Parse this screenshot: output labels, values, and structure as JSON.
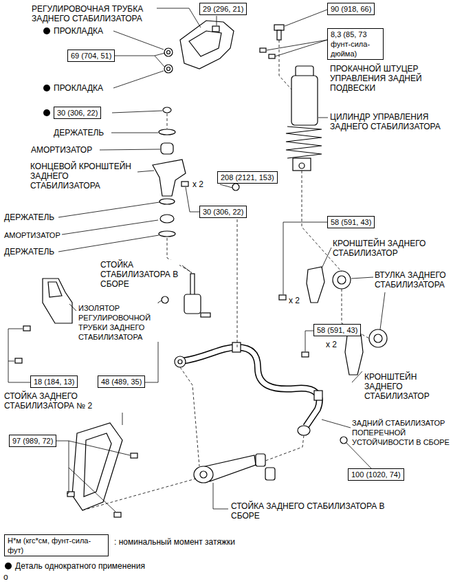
{
  "diagram": {
    "nodes": [
      {
        "text": [
          "29 (296, 21)"
        ]
      },
      {
        "text": [
          "90 (918, 66)"
        ]
      },
      {
        "text": [
          "8,3 (85, 73 фунт-сила-дюйма)"
        ]
      },
      {
        "text": [
          "69 (704, 51)"
        ]
      },
      {
        "text": [
          "30 (306, 22)"
        ]
      },
      {
        "text": [
          "208 (2121, 153)"
        ]
      },
      {
        "text": [
          "30 (306, 22)"
        ]
      },
      {
        "text": [
          "58 (591, 43)"
        ]
      },
      {
        "text": [
          "58 (591, 43)"
        ]
      },
      {
        "text": [
          "18 (184, 13)"
        ]
      },
      {
        "text": [
          "48 (489, 35)"
        ]
      },
      {
        "text": [
          "97 (989, 72)"
        ]
      },
      {
        "text": [
          "100 (1020, 74)"
        ]
      },
      {
        "text": [
          "Н*м (кгс*см, фунт-сила-фут)"
        ]
      }
    ],
    "labels": [
      "РЕГУЛИРОВОЧНАЯ ТРУБКА ЗАДНЕГО СТАБИЛИЗАТОРА",
      "ПРОКЛАДКА",
      "ПРОКЛАДКА",
      "ПРОКАЧНОЙ ШТУЦЕР УПРАВЛЕНИЯ ЗАДНЕЙ ПОДВЕСКИ",
      "ЦИЛИНДР УПРАВЛЕНИЯ ЗАДНЕГО СТАБИЛИЗАТОРА",
      "ДЕРЖАТЕЛЬ",
      "АМОРТИЗАТОР",
      "КОНЦЕВОЙ КРОНШТЕЙН ЗАДНЕГО СТАБИЛИЗАТОРА",
      "x 2",
      "ДЕРЖАТЕЛЬ",
      "АМОРТИЗАТОР",
      "ДЕРЖАТЕЛЬ",
      "КРОНШТЕЙН ЗАДНЕГО СТАБИЛИЗАТОР",
      "ВТУЛКА ЗАДНЕГО СТАБИЛИЗАТОРА",
      "x 2",
      "СТОЙКА СТАБИЛИЗАТОРА В СБОРЕ",
      "ИЗОЛЯТОР РЕГУЛИРОВОЧНОЙ ТРУБКИ ЗАДНЕГО СТАБИЛИЗАТОРА",
      "x 2",
      "КРОНШТЕЙН ЗАДНЕГО СТАБИЛИЗАТОР",
      "СТОЙКА ЗАДНЕГО СТАБИЛИЗАТОРА № 2",
      "ЗАДНИЙ СТАБИЛИЗАТОР ПОПЕРЕЧНОЙ УСТОЙЧИВОСТИ В СБОРЕ",
      "СТОЙКА ЗАДНЕГО СТАБИЛИЗАТОРА В СБОРЕ",
      "o"
    ],
    "legend": [
      {
        "text": ": номинальный момент затяжки"
      },
      {
        "text": "Деталь однократного применения"
      }
    ]
  }
}
